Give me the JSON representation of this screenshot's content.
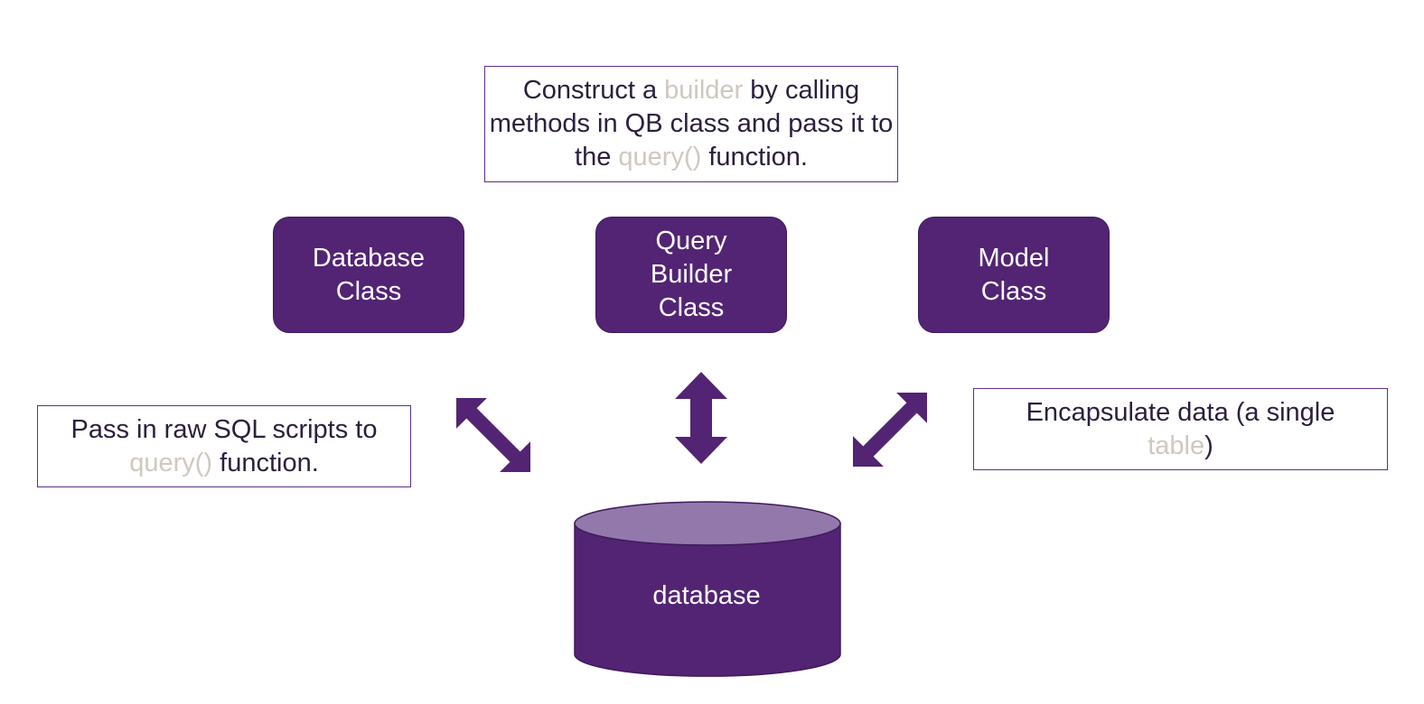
{
  "top_note": {
    "part1": "Construct a ",
    "highlight1": "builder",
    "part2": " by calling methods in QB class and pass it to the ",
    "highlight2": "query()",
    "part3": " function."
  },
  "left_note": {
    "part1": "Pass in raw SQL scripts to ",
    "highlight1": "query()",
    "part2": " function."
  },
  "right_note": {
    "part1": "Encapsulate data (a single ",
    "highlight1": "table",
    "part2": ")"
  },
  "classes": {
    "database_class": "Database\nClass",
    "query_builder_class": "Query\nBuilder\nClass",
    "model_class": "Model\nClass"
  },
  "database": {
    "label": "database"
  },
  "colors": {
    "primary_purple": "#522473",
    "cylinder_top": "#9378ac",
    "highlight_text": "#cfc8bf",
    "text": "#2b1f3d"
  }
}
